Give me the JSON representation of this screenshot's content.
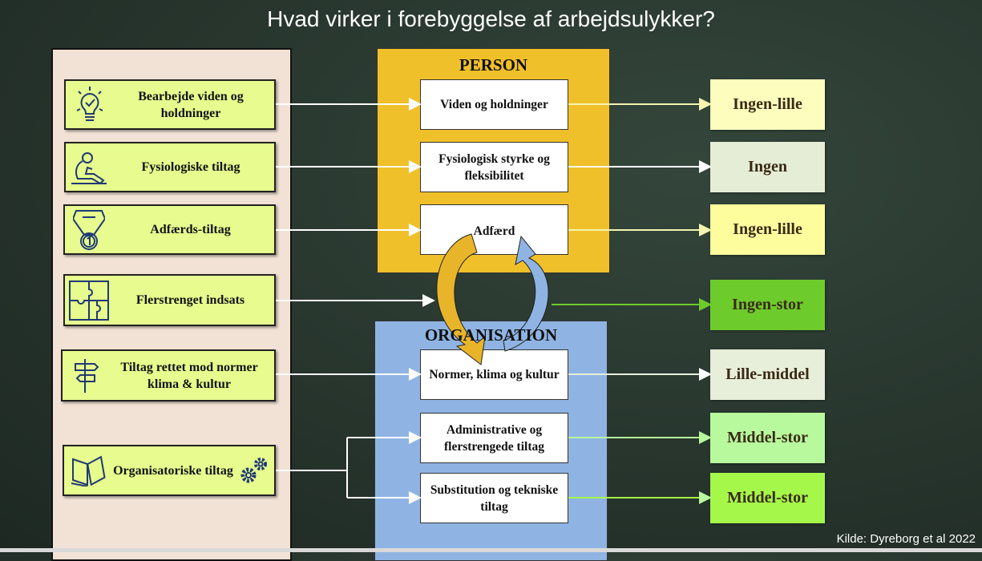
{
  "title": "Hvad virker i forebyggelse af arbejdsulykker?",
  "interventions": [
    {
      "label": "Bearbejde viden og holdninger",
      "icon": "lightbulb-check-icon"
    },
    {
      "label": "Fysiologiske tiltag",
      "icon": "situp-exercise-icon"
    },
    {
      "label": "Adfærds-tiltag",
      "icon": "medal-icon"
    },
    {
      "label": "Flerstrenget indsats",
      "icon": "puzzle-icon"
    },
    {
      "label": "Tiltag rettet mod normer klima & kultur",
      "icon": "signpost-icon"
    },
    {
      "label": "Organisatoriske tiltag",
      "icon": "book-icon",
      "icon2": "gears-icon"
    }
  ],
  "person": {
    "title": "PERSON",
    "items": [
      "Viden og holdninger",
      "Fysiologisk styrke og fleksibilitet",
      "Adfærd"
    ]
  },
  "organisation": {
    "title": "ORGANISATION",
    "items": [
      "Normer, klima og kultur",
      "Administrative og flerstrengede tiltag",
      "Substitution og tekniske tiltag"
    ]
  },
  "effects": [
    {
      "label": "Ingen-lille",
      "color": "#fdfdbe"
    },
    {
      "label": "Ingen",
      "color": "#e5edd6"
    },
    {
      "label": "Ingen-lille",
      "color": "#fdfd9e"
    },
    {
      "label": "Ingen-stor",
      "color": "#6ecb2c"
    },
    {
      "label": "Lille-middel",
      "color": "#e7eed9"
    },
    {
      "label": "Middel-stor",
      "color": "#b8f99d"
    },
    {
      "label": "Middel-stor",
      "color": "#a5f84a"
    }
  ],
  "source": "Kilde: Dyreborg et al 2022",
  "colors": {
    "person": "#f0c02a",
    "organisation": "#8fb4e3",
    "intervention": "#e7fb8e",
    "panel": "#f2e2d5"
  }
}
